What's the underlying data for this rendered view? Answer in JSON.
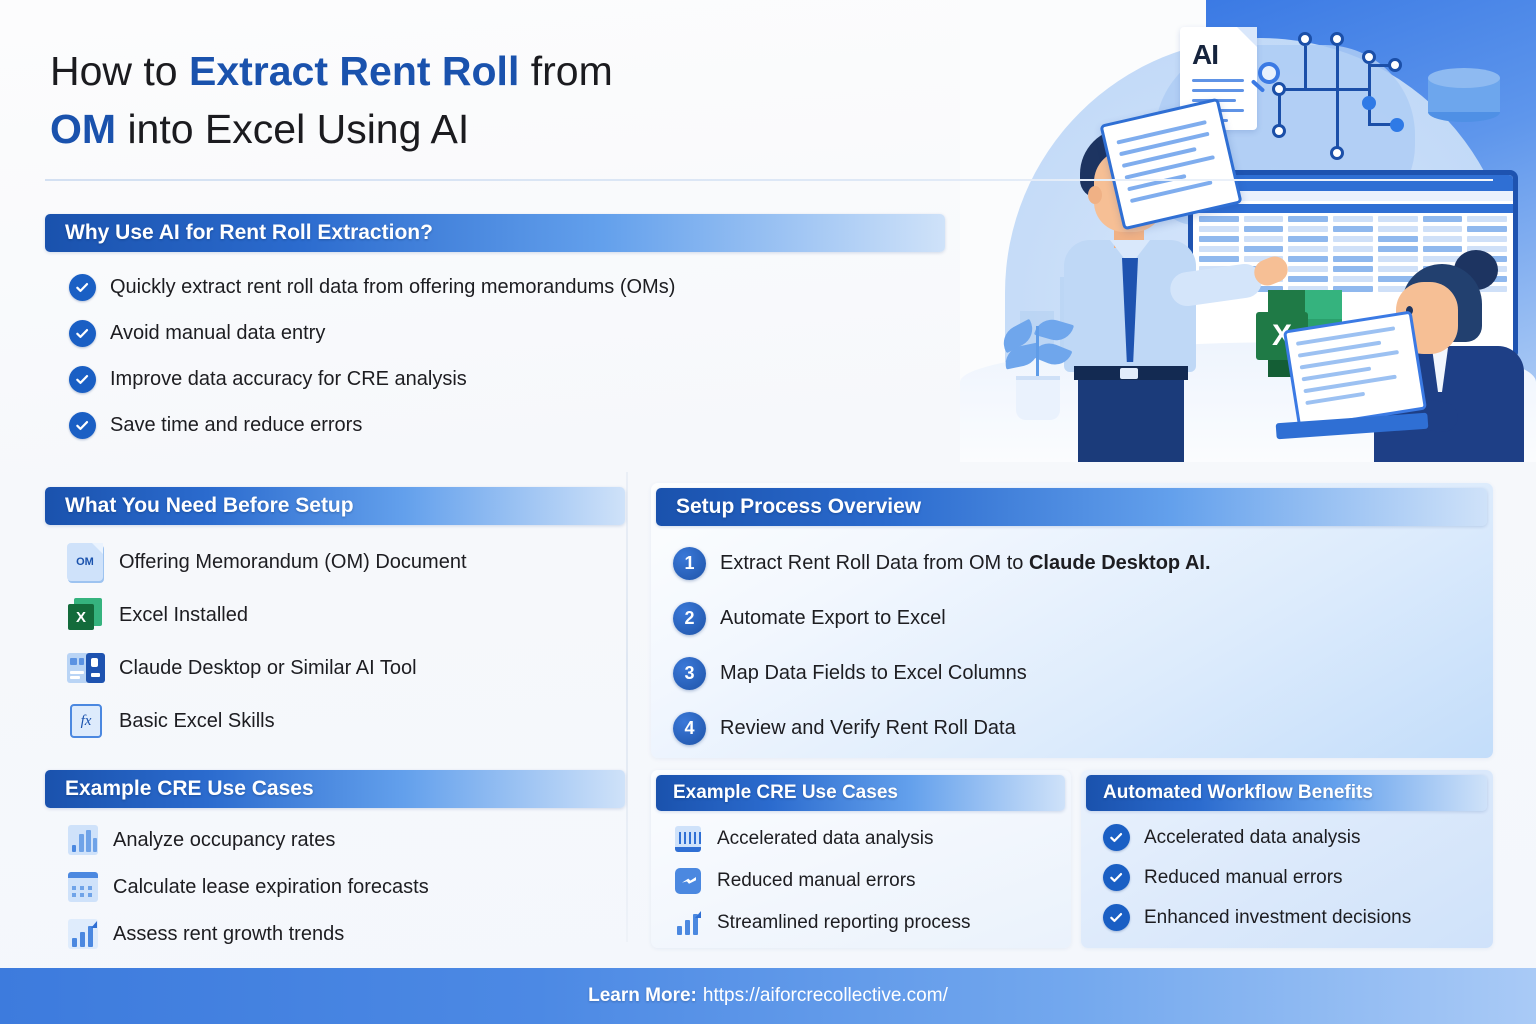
{
  "headline": {
    "line1_pre": "How to ",
    "line1_hi": "Extract Rent Roll",
    "line1_post": " from",
    "line2_hi": "OM",
    "line2_post": " into Excel Using AI"
  },
  "why_section": {
    "header": "Why Use AI for Rent Roll Extraction?",
    "items": [
      "Quickly extract rent roll data from offering memorandums (OMs)",
      "Avoid manual data entry",
      "Improve data accuracy for CRE analysis",
      "Save time and reduce errors"
    ]
  },
  "need_section": {
    "header": "What You Need Before Setup",
    "items": [
      {
        "icon": "om-document-icon",
        "icon_label": "OM",
        "label": "Offering Memorandum (OM) Document"
      },
      {
        "icon": "excel-file-icon",
        "icon_label": "X",
        "label": "Excel Installed"
      },
      {
        "icon": "claude-desktop-icon",
        "icon_label": "",
        "label": "Claude Desktop or Similar AI Tool"
      },
      {
        "icon": "formula-fx-icon",
        "icon_label": "fx",
        "label": "Basic Excel Skills"
      }
    ]
  },
  "setup_section": {
    "header": "Setup Process Overview",
    "steps": [
      {
        "num": "1",
        "text_pre": "Extract Rent Roll Data from OM to ",
        "text_bold": "Claude Desktop AI."
      },
      {
        "num": "2",
        "text_pre": "Automate Export to Excel",
        "text_bold": ""
      },
      {
        "num": "3",
        "text_pre": "Map Data Fields to Excel Columns",
        "text_bold": ""
      },
      {
        "num": "4",
        "text_pre": "Review and Verify Rent Roll Data",
        "text_bold": ""
      }
    ]
  },
  "cases_left_section": {
    "header": "Example CRE Use Cases",
    "items": [
      {
        "icon": "bar-chart-icon",
        "label": "Analyze occupancy rates"
      },
      {
        "icon": "calendar-icon",
        "label": "Calculate lease expiration forecasts"
      },
      {
        "icon": "trend-chart-icon",
        "label": "Assess rent growth trends"
      }
    ]
  },
  "cases_mid_section": {
    "header": "Example CRE Use Cases",
    "items": [
      {
        "icon": "building-chart-icon",
        "label": "Accelerated data analysis"
      },
      {
        "icon": "flash-square-icon",
        "label": "Reduced manual errors"
      },
      {
        "icon": "trend-chart-icon",
        "label": "Streamlined reporting process"
      }
    ]
  },
  "benefits_section": {
    "header": "Automated Workflow Benefits",
    "items": [
      "Accelerated data analysis",
      "Reduced manual errors",
      "Enhanced investment decisions"
    ]
  },
  "footer": {
    "label": "Learn More:",
    "url": "https://aiforcrecollective.com/"
  },
  "illustration": {
    "ai_document_label": "AI",
    "excel_logo_label": "X"
  },
  "colors": {
    "brand_dark_blue": "#1a52ad",
    "brand_blue": "#2f6fd4",
    "accent_light": "#cfe2f9",
    "excel_green": "#136b3b",
    "text": "#1b1b1f"
  }
}
